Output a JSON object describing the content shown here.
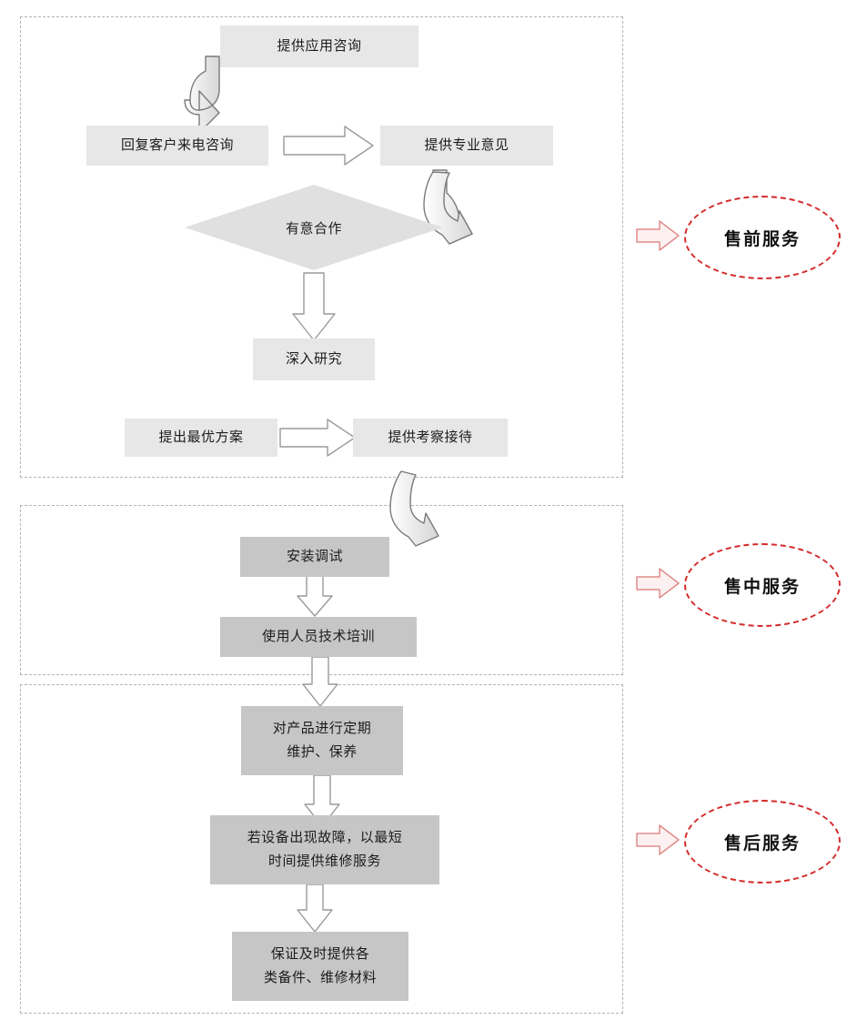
{
  "diagram": {
    "title": "售前/售中/售后服务流程图",
    "type": "flowchart",
    "colors": {
      "node_light": "#e7e7e7",
      "node_dark": "#c6c6c6",
      "section_border": "#b4b4b4",
      "callout_red": "#d42a2a",
      "arrow_outline": "#8c8c8c"
    }
  },
  "sections": [
    {
      "id": "pre-sales",
      "callout_label": "售前服务",
      "nodes": [
        {
          "id": "n1",
          "label": "提供应用咨询",
          "fill": "light"
        },
        {
          "id": "n2",
          "label": "回复客户来电咨询",
          "fill": "light"
        },
        {
          "id": "n3",
          "label": "提供专业意见",
          "fill": "light"
        },
        {
          "id": "n4",
          "label": "有意合作",
          "fill": "light",
          "shape": "diamond"
        },
        {
          "id": "n5",
          "label": "深入研究",
          "fill": "light"
        },
        {
          "id": "n6",
          "label": "提出最优方案",
          "fill": "light"
        },
        {
          "id": "n7",
          "label": "提供考察接待",
          "fill": "light"
        }
      ]
    },
    {
      "id": "in-sales",
      "callout_label": "售中服务",
      "nodes": [
        {
          "id": "n8",
          "label": "安装调试",
          "fill": "dark"
        },
        {
          "id": "n9",
          "label": "使用人员技术培训",
          "fill": "dark"
        }
      ]
    },
    {
      "id": "after-sales",
      "callout_label": "售后服务",
      "nodes": [
        {
          "id": "n10",
          "label": "对产品进行定期\n维护、保养",
          "fill": "dark"
        },
        {
          "id": "n11",
          "label": "若设备出现故障，以最短\n时间提供维修服务",
          "fill": "dark"
        },
        {
          "id": "n12",
          "label": "保证及时提供各\n类备件、维修材料",
          "fill": "dark"
        }
      ]
    }
  ],
  "icons": {
    "curved_arrow": "curved-down-arrow-icon",
    "right_arrow": "block-right-arrow-icon",
    "down_arrow": "block-down-arrow-icon",
    "callout_arrow": "callout-right-arrow-icon"
  }
}
